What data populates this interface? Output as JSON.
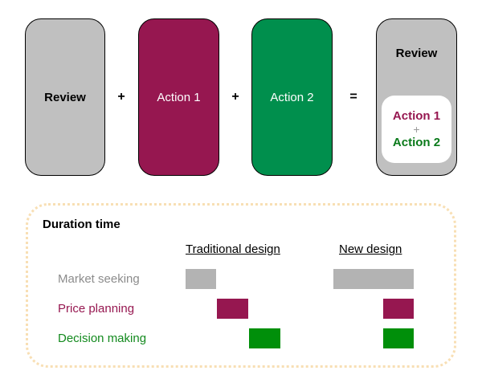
{
  "equation": {
    "review_label": "Review",
    "action1_label": "Action 1",
    "action2_label": "Action 2",
    "plus_1": "+",
    "plus_2": "+",
    "equals": "=",
    "result": {
      "title": "Review",
      "inner_action1": "Action 1",
      "inner_plus": "+",
      "inner_action2": "Action 2"
    }
  },
  "duration": {
    "title": "Duration time",
    "columns": {
      "traditional": "Traditional design",
      "new": "New design"
    },
    "rows": [
      {
        "label": "Market seeking",
        "color": "#8c8c8c",
        "bar_color": "#b3b3b3"
      },
      {
        "label": "Price planning",
        "color": "#961750",
        "bar_color": "#961750"
      },
      {
        "label": "Decision making",
        "color": "#138a1e",
        "bar_color": "#008f0a"
      }
    ]
  },
  "colors": {
    "review": "#c0c0c0",
    "action1": "#961750",
    "action2": "#008f4d",
    "panel_border": "#f8dfb4"
  }
}
